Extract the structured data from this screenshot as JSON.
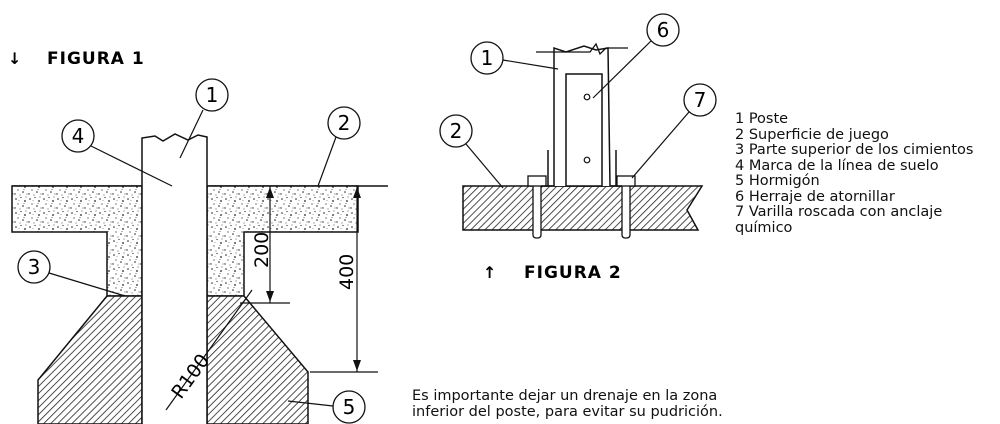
{
  "figure1": {
    "title": "FIGURA 1",
    "arrow": "↓",
    "dim_200": "200",
    "dim_400": "400",
    "radius_label": "R100",
    "callouts": [
      "1",
      "2",
      "3",
      "4",
      "5"
    ]
  },
  "figure2": {
    "title": "FIGURA 2",
    "arrow": "↑",
    "callouts": [
      "1",
      "2",
      "6",
      "7"
    ]
  },
  "legend": [
    "1 Poste",
    "2 Superficie de juego",
    "3 Parte superior de los cimientos",
    "4 Marca de la línea de suelo",
    "5 Hormigón",
    "6 Herraje de atornillar",
    "7 Varilla roscada con anclaje químico"
  ],
  "note": [
    "Es importante dejar un drenaje en la zona",
    "inferior del poste, para evitar su pudrición."
  ]
}
